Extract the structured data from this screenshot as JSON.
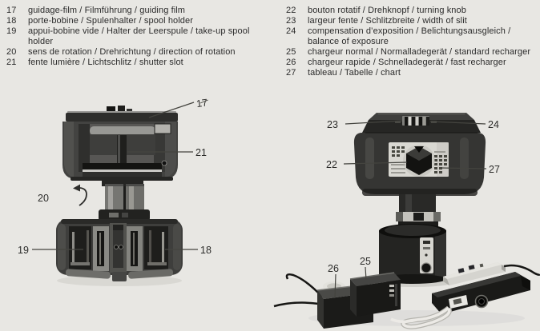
{
  "legend": {
    "left": [
      {
        "num": "17",
        "text": "guidage-film / Filmführung / guiding film"
      },
      {
        "num": "18",
        "text": "porte-bobine / Spulenhalter / spool holder"
      },
      {
        "num": "19",
        "text": "appui-bobine vide / Halter der Leerspule / take-up spool holder"
      },
      {
        "num": "20",
        "text": "sens de rotation / Drehrichtung / direction of rotation"
      },
      {
        "num": "21",
        "text": "fente lumière / Lichtschlitz / shutter slot"
      }
    ],
    "right": [
      {
        "num": "22",
        "text": "bouton rotatif / Drehknopf / turning knob"
      },
      {
        "num": "23",
        "text": "largeur fente / Schlitzbreite / width of slit"
      },
      {
        "num": "24",
        "text": "compensation d’exposition / Belichtungsausgleich / balance of exposure"
      },
      {
        "num": "25",
        "text": "chargeur normal / Normalladegerät / standard recharger"
      },
      {
        "num": "26",
        "text": "chargeur rapide / Schnelladegerät / fast recharger"
      },
      {
        "num": "27",
        "text": "tableau / Tabelle / chart"
      }
    ]
  },
  "figure_left": {
    "callouts": {
      "c17": "17",
      "c18": "18",
      "c19": "19",
      "c20": "20",
      "c21": "21"
    }
  },
  "figure_right": {
    "callouts": {
      "c22": "22",
      "c23": "23",
      "c24": "24",
      "c25": "25",
      "c26": "26",
      "c27": "27"
    }
  },
  "colors": {
    "paper": "#e8e7e3",
    "ink": "#2b2b2b",
    "callout_line": "#44443f",
    "device_dark": "#353533",
    "panel_light": "#d9d8d2"
  }
}
